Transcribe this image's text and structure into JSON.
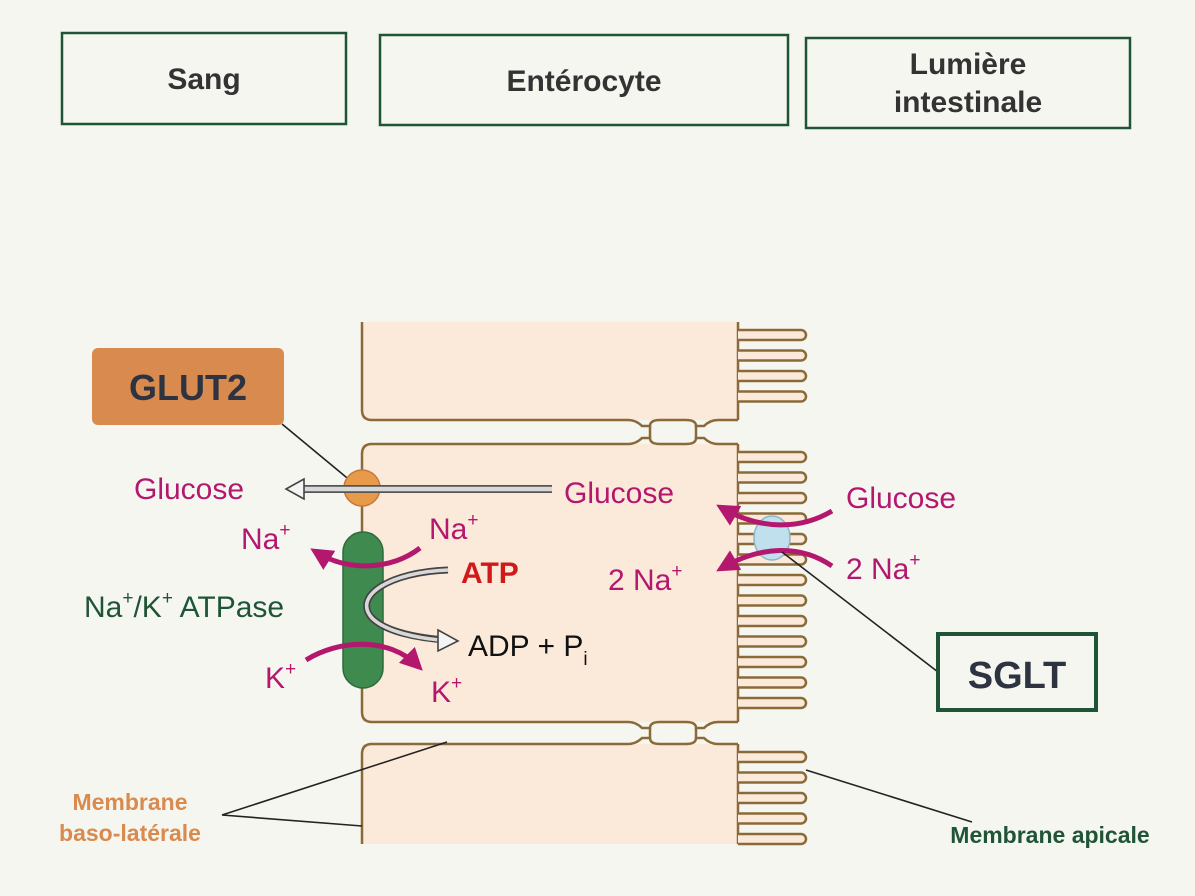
{
  "headers": {
    "sang": "Sang",
    "enterocyte": "Entérocyte",
    "lumiere_line1": "Lumière",
    "lumiere_line2": "intestinale"
  },
  "transporters": {
    "glut2": "GLUT2",
    "sglt": "SGLT",
    "pump_prefix": "Na",
    "pump_sup1": "+",
    "pump_mid": "/K",
    "pump_sup2": "+",
    "pump_suffix": " ATPase"
  },
  "molecules": {
    "glucose": "Glucose",
    "na": "Na",
    "k": "K",
    "plus": "+",
    "two_na": "2 Na",
    "atp": "ATP",
    "adp": "ADP + P",
    "adp_sub": "i"
  },
  "membranes": {
    "baso_line1": "Membrane",
    "baso_line2": "baso-latérale",
    "apicale": "Membrane apicale"
  },
  "colors": {
    "magenta": "#b3176e",
    "red": "#d01a1a",
    "green_dark": "#1f5436",
    "orange": "#d98a4e",
    "membrane": "#8b6a3a",
    "cell_fill": "#fbe9da",
    "pump_green": "#3f8a4f"
  }
}
